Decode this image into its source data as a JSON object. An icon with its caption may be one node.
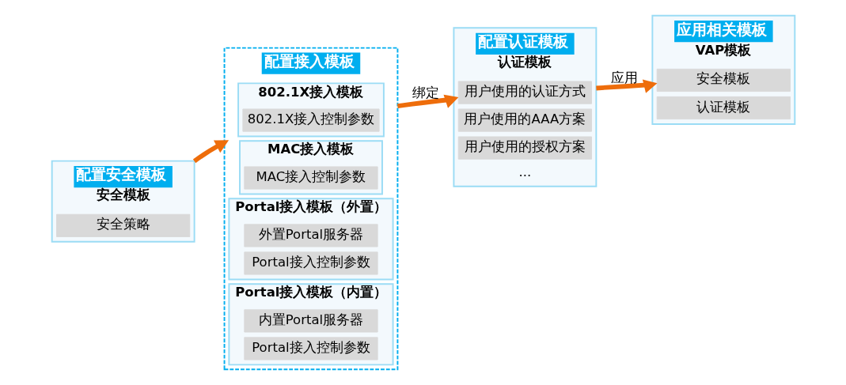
{
  "diagram": {
    "nodes": [
      {
        "text": [
          "配置安全模板",
          "安全模板"
        ]
      },
      {
        "text": [
          "安全策略"
        ],
        "in": 0
      },
      {
        "text": [
          "配置接入模板"
        ]
      },
      {
        "text": [
          "802.1X接入模板"
        ],
        "in": 2
      },
      {
        "text": [
          "802.1X接入控制参数"
        ],
        "in": 3
      },
      {
        "text": [
          "MAC接入模板"
        ],
        "in": 2
      },
      {
        "text": [
          "MAC接入控制参数"
        ],
        "in": 5
      },
      {
        "text": [
          "Portal接入模板（外置）"
        ],
        "in": 2
      },
      {
        "text": [
          "外置Portal服务器"
        ],
        "in": 7
      },
      {
        "text": [
          "Portal接入控制参数"
        ],
        "in": 7
      },
      {
        "text": [
          "Portal接入模板（内置）"
        ],
        "in": 2
      },
      {
        "text": [
          "内置Portal服务器"
        ],
        "in": 10
      },
      {
        "text": [
          "Portal接入控制参数"
        ],
        "in": 10
      },
      {
        "text": [
          "配置认证模板",
          "认证模板"
        ]
      },
      {
        "text": [
          "用户使用的认证方式"
        ],
        "in": 13
      },
      {
        "text": [
          "用户使用的AAA方案"
        ],
        "in": 13
      },
      {
        "text": [
          "用户使用的授权方案"
        ],
        "in": 13
      },
      {
        "text": [
          "应用相关模板",
          "VAP模板"
        ]
      },
      {
        "text": [
          "安全模板"
        ],
        "in": 17
      },
      {
        "text": [
          "认证模板"
        ],
        "in": 17
      }
    ],
    "edges": [
      {
        "from": 0,
        "to": 2,
        "arrow": "to"
      },
      {
        "from": 2,
        "to": 13,
        "arrow": "to",
        "label": "绑定"
      },
      {
        "from": 13,
        "to": 17,
        "arrow": "to",
        "label": "应用"
      }
    ],
    "labels": [
      "..."
    ]
  }
}
